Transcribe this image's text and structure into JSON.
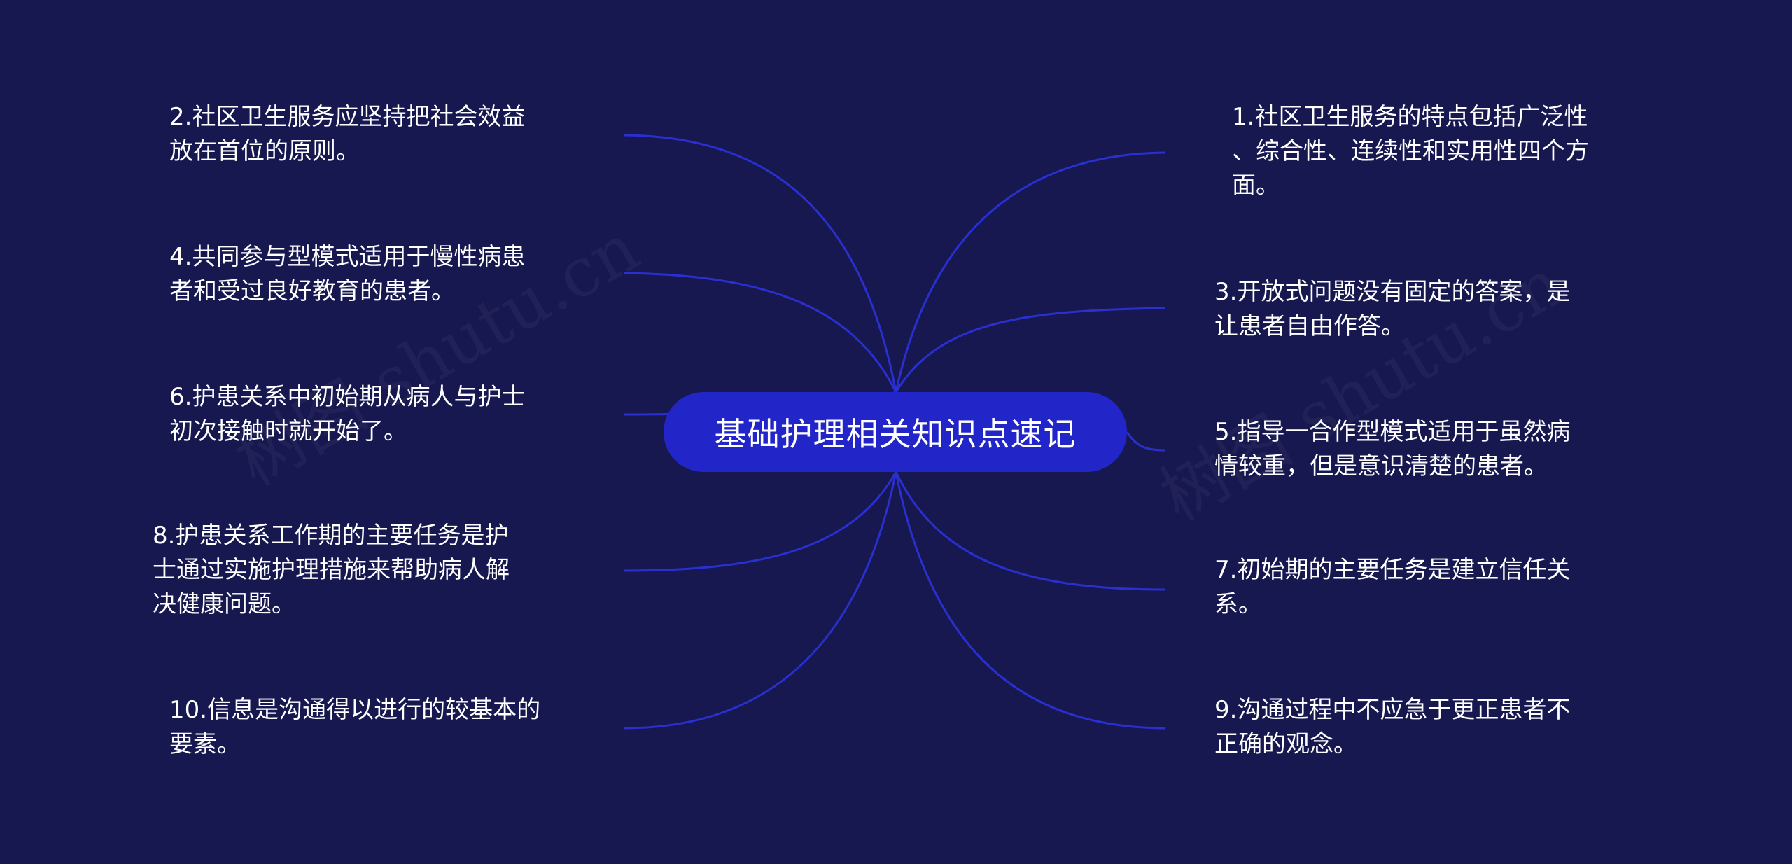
{
  "central": {
    "title": "基础护理相关知识点速记"
  },
  "watermarks": [
    "树图 shutu.cn",
    "树图 shutu.cn"
  ],
  "branches": [
    {
      "side": "right",
      "lines": [
        "1.社区卫生服务的特点包括广泛性",
        "、综合性、连续性和实用性四个方",
        "面。"
      ]
    },
    {
      "side": "left",
      "lines": [
        "2.社区卫生服务应坚持把社会效益",
        "放在首位的原则。"
      ]
    },
    {
      "side": "right",
      "lines": [
        "3.开放式问题没有固定的答案，是",
        "让患者自由作答。"
      ]
    },
    {
      "side": "left",
      "lines": [
        "4.共同参与型模式适用于慢性病患",
        "者和受过良好教育的患者。"
      ]
    },
    {
      "side": "right",
      "lines": [
        "5.指导一合作型模式适用于虽然病",
        "情较重，但是意识清楚的患者。"
      ]
    },
    {
      "side": "left",
      "lines": [
        "6.护患关系中初始期从病人与护士",
        "初次接触时就开始了。"
      ]
    },
    {
      "side": "right",
      "lines": [
        "7.初始期的主要任务是建立信任关",
        "系。"
      ]
    },
    {
      "side": "left",
      "lines": [
        "8.护患关系工作期的主要任务是护",
        "士通过实施护理措施来帮助病人解",
        "决健康问题。"
      ]
    },
    {
      "side": "right",
      "lines": [
        "9.沟通过程中不应急于更正患者不",
        "正确的观念。"
      ]
    },
    {
      "side": "left",
      "lines": [
        "10.信息是沟通得以进行的较基本的",
        "要素。"
      ]
    }
  ],
  "colors": {
    "background": "#171850",
    "central_fill": "#2226c8",
    "connector": "#2a2fd0",
    "text": "#ffffff"
  }
}
